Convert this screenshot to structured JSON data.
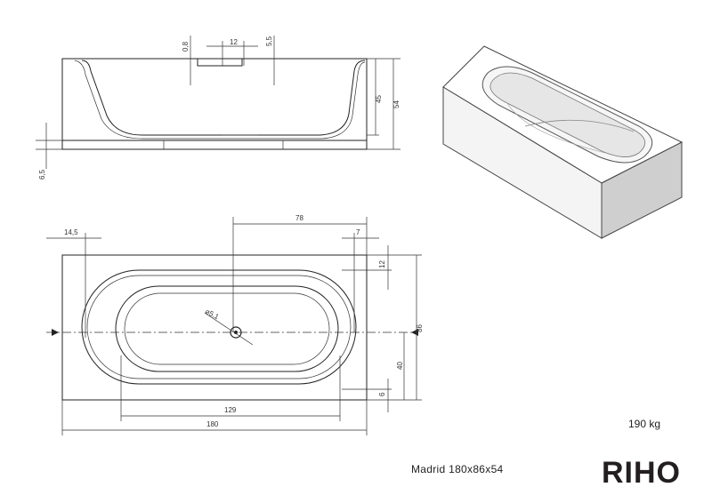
{
  "side_view": {
    "dim_top_left": "0,8",
    "dim_top_mid": "12",
    "dim_top_right": "5,5",
    "dim_inner_height": "45",
    "dim_total_height": "54",
    "dim_base": "6,5"
  },
  "plan_view": {
    "dim_left_offset": "14,5",
    "dim_drain_offset": "78",
    "dim_right_offset": "7",
    "dim_top_inset": "12",
    "dim_drain_diameter": "⌀5,1",
    "dim_width": "86",
    "dim_half_width": "40",
    "dim_bottom_inset": "6",
    "dim_inner_length": "129",
    "dim_total_length": "180"
  },
  "product": {
    "weight": "190 kg",
    "model": "Madrid 180x86x54",
    "brand": "RIHO"
  }
}
